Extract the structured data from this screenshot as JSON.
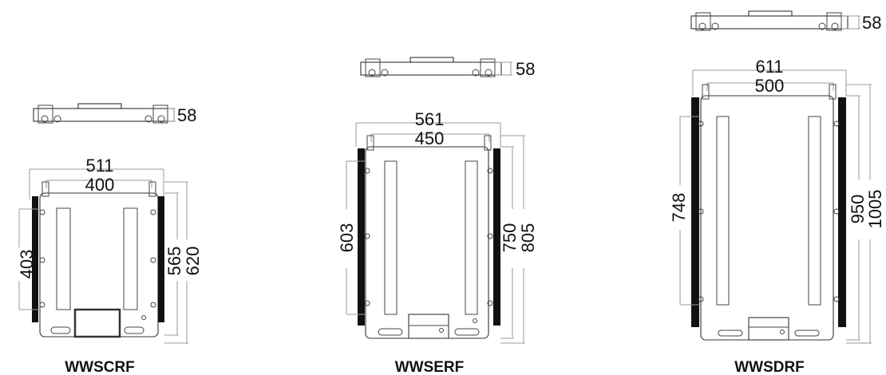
{
  "scales": [
    {
      "name": "WWSCRF",
      "height": "58",
      "outer_width": "511",
      "inner_width": "400",
      "ramp_length": "403",
      "inner_length": "565",
      "outer_length": "620"
    },
    {
      "name": "WWSERF",
      "height": "58",
      "outer_width": "561",
      "inner_width": "450",
      "ramp_length": "603",
      "inner_length": "750",
      "outer_length": "805"
    },
    {
      "name": "WWSDRF",
      "height": "58",
      "outer_width": "611",
      "inner_width": "500",
      "ramp_length": "748",
      "inner_length": "950",
      "outer_length": "1005"
    }
  ]
}
